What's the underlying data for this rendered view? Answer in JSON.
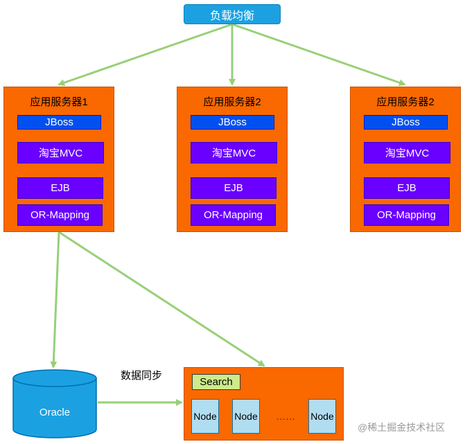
{
  "load_balancer": {
    "label": "负载均衡"
  },
  "servers": [
    {
      "title": "应用服务器1",
      "modules": [
        "JBoss",
        "淘宝MVC",
        "EJB",
        "OR-Mapping"
      ]
    },
    {
      "title": "应用服务器2",
      "modules": [
        "JBoss",
        "淘宝MVC",
        "EJB",
        "OR-Mapping"
      ]
    },
    {
      "title": "应用服务器2",
      "modules": [
        "JBoss",
        "淘宝MVC",
        "EJB",
        "OR-Mapping"
      ]
    }
  ],
  "database": {
    "label": "Oracle"
  },
  "sync_label": "数据同步",
  "search_cluster": {
    "search_label": "Search",
    "nodes": [
      "Node",
      "Node",
      "Node"
    ],
    "ellipsis": "……"
  },
  "watermark": "@稀土掘金技术社区",
  "colors": {
    "load_balancer": "#1ba1e2",
    "server": "#fa6800",
    "jboss": "#0050ef",
    "module": "#6a00ff",
    "database": "#1ba1e2",
    "search": "#cdeb8b",
    "node": "#b1ddf0",
    "arrow": "#97d077"
  }
}
